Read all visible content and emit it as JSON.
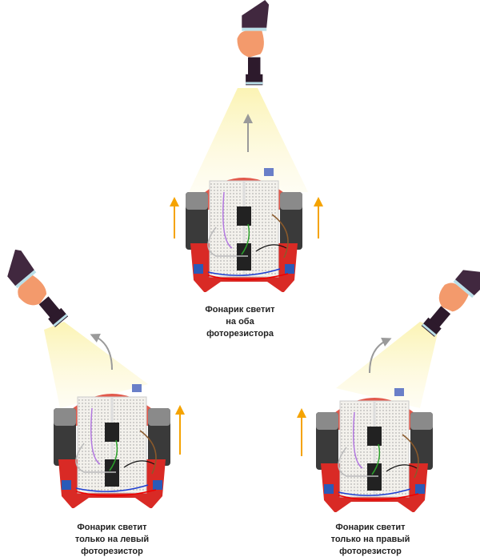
{
  "scenes": [
    {
      "id": "both",
      "caption": [
        "Фонарик светит",
        "на оба",
        "фоторезистора"
      ]
    },
    {
      "id": "left",
      "caption": [
        "Фонарик светит",
        "только на левый",
        "фоторезистор"
      ]
    },
    {
      "id": "right",
      "caption": [
        "Фонарик светит",
        "только на правый",
        "фоторезистор"
      ]
    }
  ],
  "colors": {
    "arrow_forward": "#f5a300",
    "arrow_turn": "#9a9a9a",
    "robot_body": "#d92a25",
    "light": "#fdf6c8"
  }
}
